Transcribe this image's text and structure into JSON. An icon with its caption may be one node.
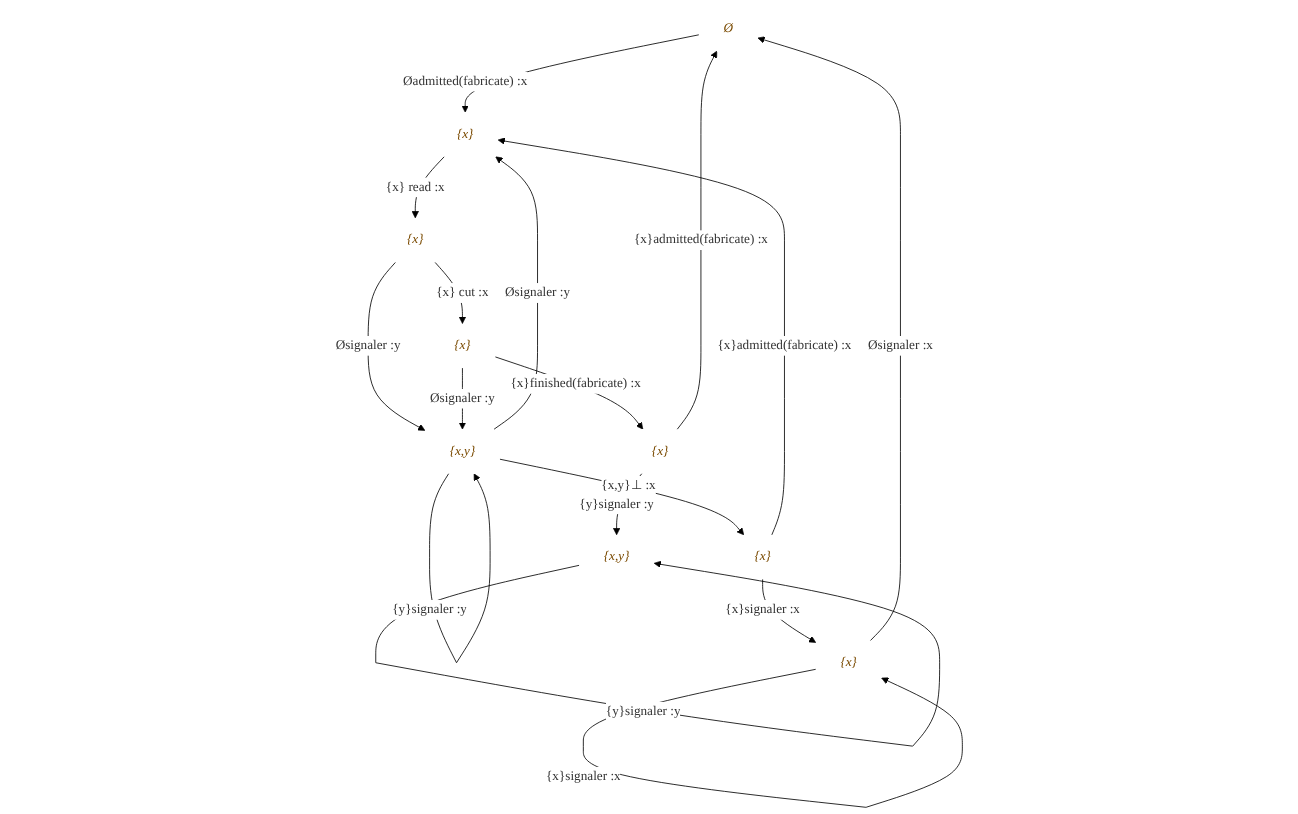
{
  "diagram": {
    "nodes": [
      {
        "text": [
          "Ø"
        ]
      },
      {
        "text": [
          "{x}"
        ]
      },
      {
        "text": [
          "{x}"
        ]
      },
      {
        "text": [
          "{x,y}"
        ]
      },
      {
        "text": [
          "{x}"
        ]
      },
      {
        "text": [
          "{x}"
        ]
      },
      {
        "text": [
          "{x}"
        ]
      },
      {
        "text": [
          "{x,y}"
        ]
      },
      {
        "text": [
          "{x}"
        ]
      }
    ],
    "edges": [
      {
        "from": 0,
        "to": 1,
        "arrow": "to",
        "label": "Øadmitted(fabricate) :x"
      },
      {
        "from": 1,
        "to": 2,
        "arrow": "to",
        "label": "{x} read :x"
      },
      {
        "from": 2,
        "to": 3,
        "arrow": "to",
        "label": "Øsignaler :y"
      },
      {
        "from": 2,
        "to": 4,
        "arrow": "to",
        "label": "{x} cut :x"
      },
      {
        "from": 4,
        "to": 3,
        "arrow": "to",
        "label": "Øsignaler :y"
      },
      {
        "from": 3,
        "to": 1,
        "arrow": "to",
        "label": "Øsignaler :y"
      },
      {
        "from": 3,
        "to": 3,
        "arrow": "to",
        "label": "{y}signaler :y"
      },
      {
        "from": 3,
        "to": 6,
        "arrow": "to",
        "label": "{x,y}⊥ :x"
      },
      {
        "from": 6,
        "to": 1,
        "arrow": "to",
        "label": "{x}admitted(fabricate) :x"
      },
      {
        "from": 6,
        "to": 5,
        "arrow": "to",
        "label": "{x}signaler :x"
      },
      {
        "from": 5,
        "to": 5,
        "arrow": "to",
        "label": "{x}signaler :x"
      },
      {
        "from": 5,
        "to": 0,
        "arrow": "to",
        "label": "Øsignaler :x"
      },
      {
        "from": 4,
        "to": 8,
        "arrow": "to",
        "label": "{x}finished(fabricate) :x"
      },
      {
        "from": 8,
        "to": 7,
        "arrow": "to",
        "label": "{y}signaler :y"
      },
      {
        "from": 7,
        "to": 7,
        "arrow": "to",
        "label": "{y}signaler :y"
      },
      {
        "from": 8,
        "to": 0,
        "arrow": "to",
        "label": "{x}admitted(fabricate) :x"
      }
    ]
  }
}
